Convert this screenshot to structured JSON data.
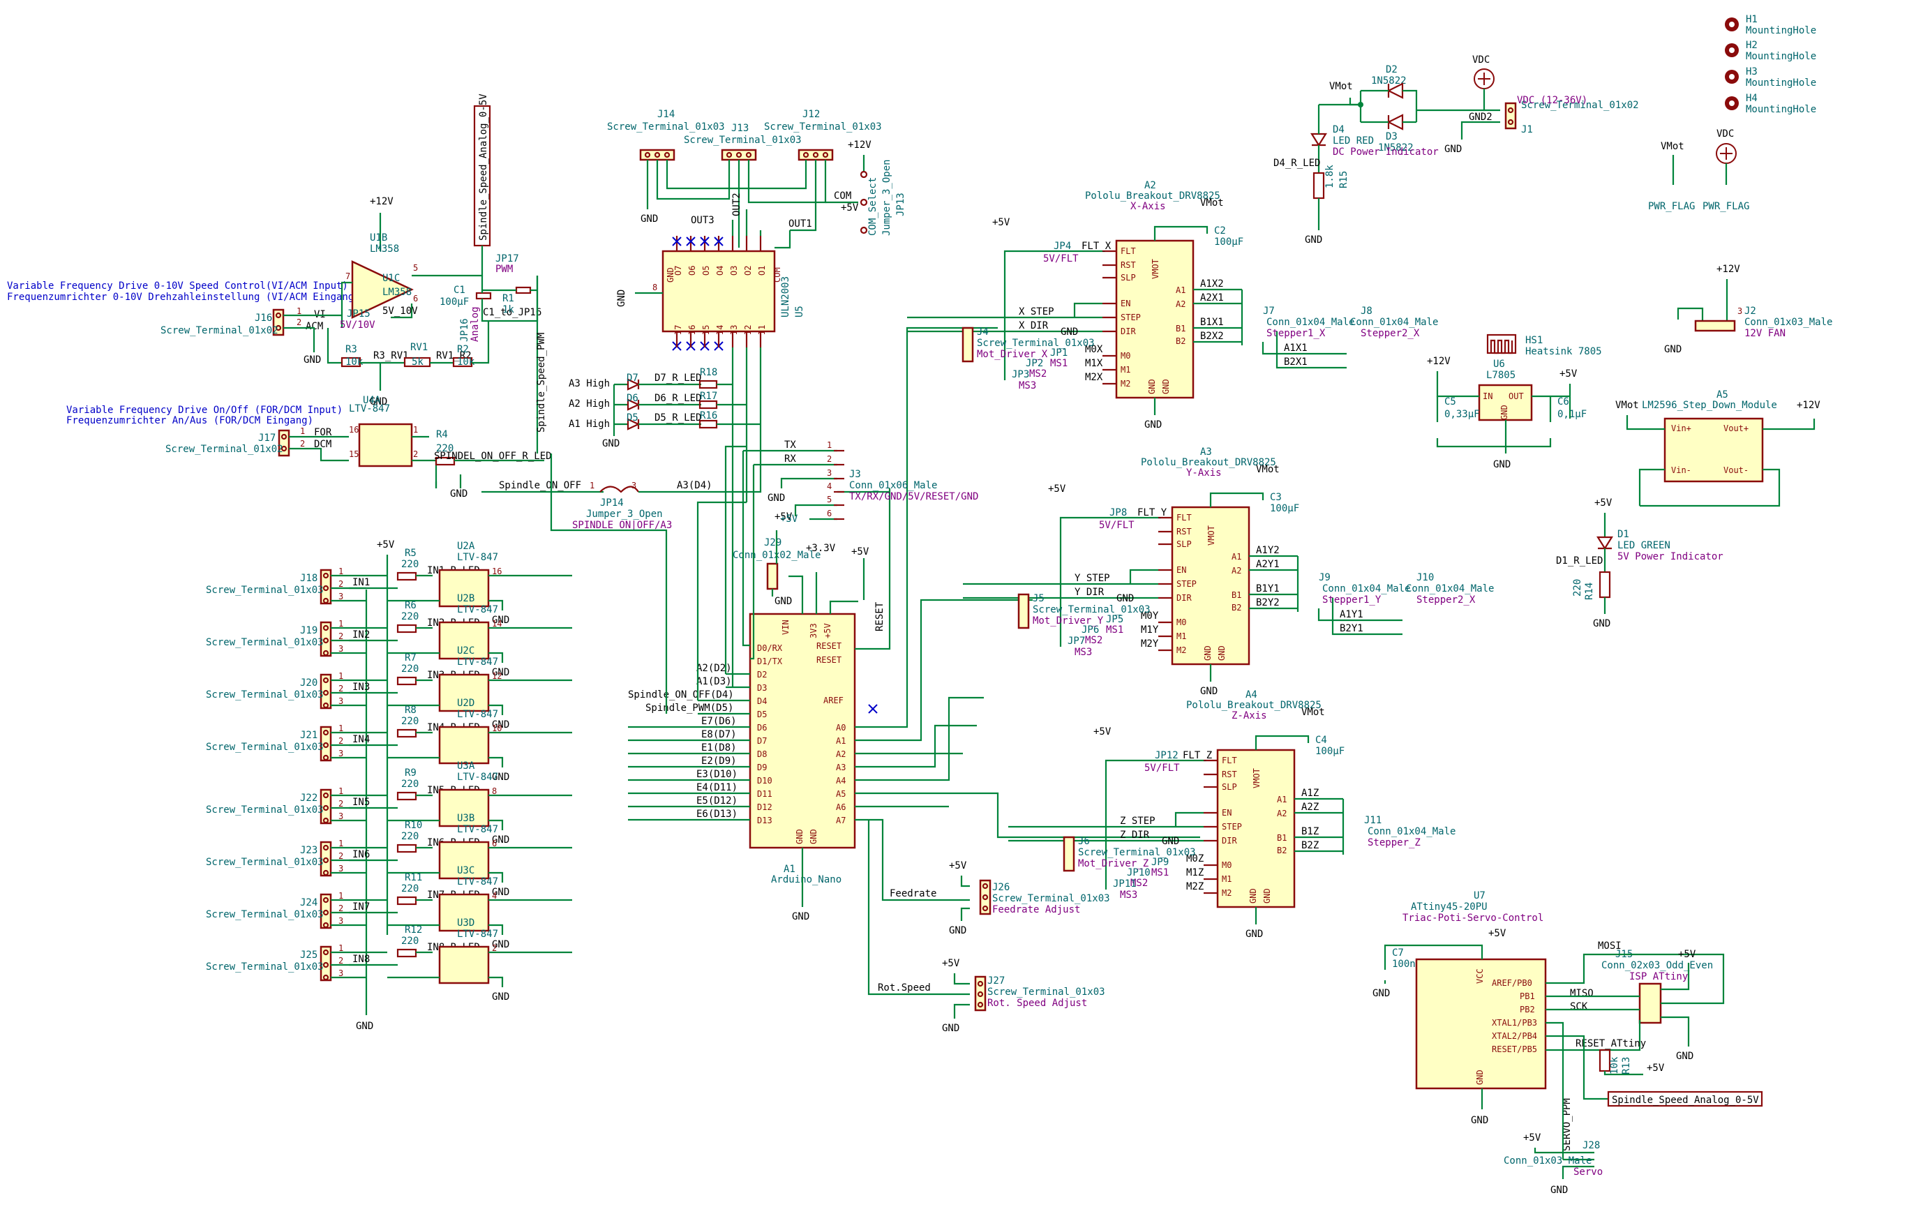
{
  "notes": {
    "vfd_speed_en": "Variable Frequency Drive 0-10V Speed Control(VI/ACM Input)",
    "vfd_speed_de": "Frequenzumrichter 0-10V Drehzahleinstellung (VI/ACM Eingang)",
    "vfd_onoff_en": "Variable Frequency Drive On/Off (FOR/DCM Input)",
    "vfd_onoff_de": "Frequenzumrichter An/Aus (FOR/DCM Eingang)"
  },
  "power": {
    "p12v": "+12V",
    "p5v": "+5V",
    "gnd": "GND",
    "vdc": "VDC",
    "vmot": "VMot",
    "p33v": "+3.3V"
  },
  "mounting": [
    {
      "ref": "H1",
      "val": "MountingHole"
    },
    {
      "ref": "H2",
      "val": "MountingHole"
    },
    {
      "ref": "H3",
      "val": "MountingHole"
    },
    {
      "ref": "H4",
      "val": "MountingHole"
    }
  ],
  "vdc_in": {
    "j1": "J1",
    "j1_val": "Screw_Terminal_01x02",
    "vdc_label": "VDC (12-36V)",
    "gnd2": "GND2",
    "d2": "D2",
    "d2_val": "1N5822",
    "d3": "D3",
    "d3_val": "1N5822",
    "d4": "D4",
    "d4_val": "LED RED",
    "d4_desc": "DC Power Indicator",
    "d4_net": "D4_R_LED",
    "r15": "R15",
    "r15_val": "1.8k",
    "pwr_flag": "PWR_FLAG"
  },
  "speed": {
    "net_analog": "Spindle_Speed_Analog_0-5V",
    "net_pwm": "Spindle_Speed_PWM",
    "u1b": "U1B",
    "lm358": "LM358",
    "u1c": "U1C",
    "c1": "C1",
    "c1_val": "100μF",
    "c1_net": "C1_to_JP16",
    "jp17": "JP17",
    "pwm": "PWM",
    "r1": "R1",
    "r1_val": "1k",
    "jp16": "JP16",
    "analog": "Analog",
    "jp15": "JP15",
    "jp15_val": "5V/10V",
    "v5v10": "5V_10V",
    "j16": "J16",
    "j16_val": "Screw_Terminal_01x02",
    "vi": "VI",
    "acm": "ACM",
    "r3": "R3",
    "r3_val": "10k",
    "rv1": "RV1",
    "rv1_val": "5k",
    "r3rv1": "R3_RV1",
    "rv1r2": "RV1_R2",
    "r2": "R2",
    "r2_val": "10k"
  },
  "onoff": {
    "j17": "J17",
    "j17_val": "Screw_Terminal_01x02",
    "for": "FOR",
    "dcm": "DCM",
    "u4a": "U4A",
    "u4a_val": "LTV-847",
    "r4": "R4",
    "r4_val": "220",
    "net_led": "SPINDEL_ON_OFF_R_LED",
    "net_onoff": "Spindle_ON_OFF",
    "jp14": "JP14",
    "jp14_val": "Jumper_3_Open",
    "jp14_desc": "SPINDLE ON|OFF/A3",
    "a3d4": "A3(D4)"
  },
  "uln": {
    "u5": "U5",
    "u5_val": "ULN2003",
    "out1": "OUT1",
    "out2": "OUT2",
    "out3": "OUT3",
    "com": "COM",
    "j14": "J14",
    "j13": "J13",
    "j12": "J12",
    "st": "Screw_Terminal_01x03",
    "jp13": "JP13",
    "jp13_val": "Jumper_3_Open",
    "com_select": "COM_Select",
    "d5": "D5",
    "d5_net": "D5_R_LED",
    "a1high": "A1 High",
    "d6": "D6",
    "d6_net": "D6_R_LED",
    "a2high": "A2 High",
    "d7": "D7",
    "d7_net": "D7_R_LED",
    "a3high": "A3 High",
    "r16": "R16",
    "r17": "R17",
    "r18": "R18"
  },
  "arduino": {
    "a1": "A1",
    "val": "Arduino_Nano",
    "vin": "VIN",
    "v33": "3V3",
    "v5": "+5V",
    "reset": "RESET",
    "aref": "AREF",
    "gnd": "GND",
    "d_pins": [
      "D0/RX",
      "D1/TX",
      "D2",
      "D3",
      "D4",
      "D5",
      "D6",
      "D7",
      "D8",
      "D9",
      "D10",
      "D11",
      "D12",
      "D13"
    ],
    "a_pins": [
      "A0",
      "A1",
      "A2",
      "A3",
      "A4",
      "A5",
      "A6",
      "A7"
    ],
    "left_nets": [
      "A2(D2)",
      "A1(D3)",
      "Spindle_ON_OFF(D4)",
      "Spindle_PWM(D5)",
      "E7(D6)",
      "E8(D7)",
      "E1(D8)",
      "E2(D9)",
      "E3(D10)",
      "E4(D11)",
      "E5(D12)",
      "E6(D13)"
    ],
    "j29": "J29",
    "j29_val": "Conn_01x02_Male",
    "j3": "J3",
    "j3_val": "Conn_01x06_Male",
    "j3_desc": "TX/RX/GND/5V/RESET/GND",
    "tx": "TX",
    "rx": "RX",
    "feedrate": "Feedrate",
    "rotspeed": "Rot.Speed"
  },
  "inputs": [
    {
      "j": "J18",
      "in": "IN1",
      "r": "R5",
      "u": "U2A",
      "net": "IN1_R_LED"
    },
    {
      "j": "J19",
      "in": "IN2",
      "r": "R6",
      "u": "U2B",
      "net": "IN2_R_LED"
    },
    {
      "j": "J20",
      "in": "IN3",
      "r": "R7",
      "u": "U2C",
      "net": "IN3_R_LED"
    },
    {
      "j": "J21",
      "in": "IN4",
      "r": "R8",
      "u": "U2D",
      "net": "IN4_R_LED"
    },
    {
      "j": "J22",
      "in": "IN5",
      "r": "R9",
      "u": "U3A",
      "net": "IN5_R_LED"
    },
    {
      "j": "J23",
      "in": "IN6",
      "r": "R10",
      "u": "U3B",
      "net": "IN6_R_LED"
    },
    {
      "j": "J24",
      "in": "IN7",
      "r": "R11",
      "u": "U3C",
      "net": "IN7_R_LED"
    },
    {
      "j": "J25",
      "in": "IN8",
      "r": "R12",
      "u": "U3D",
      "net": "IN8_R_LED"
    }
  ],
  "inputs_common": {
    "st": "Screw_Terminal_01x03",
    "r_val": "220",
    "ltv": "LTV-847"
  },
  "drivers": [
    {
      "ref": "A2",
      "axis": "X-Axis",
      "fltnet": "FLT_X",
      "jp": "JP4",
      "stepnet": "X_STEP",
      "dirnet": "X_DIR",
      "m0": "M0X",
      "m1": "M1X",
      "m2": "M2X",
      "o1": "A1X2",
      "o2": "A2X1",
      "o3": "B1X1",
      "o4": "B2X2",
      "c": "C2",
      "j4": "J4",
      "j4desc": "Mot_Driver_X",
      "j7": "J7",
      "j8": "J8",
      "st1": "Stepper1_X",
      "st2": "Stepper2_X",
      "bb1": "A1X1",
      "bb2": "B2X1",
      "jpa": "JP1",
      "jpb": "JP2",
      "jpc": "JP3"
    },
    {
      "ref": "A3",
      "axis": "Y-Axis",
      "fltnet": "FLT_Y",
      "jp": "JP8",
      "stepnet": "Y_STEP",
      "dirnet": "Y_DIR",
      "m0": "M0Y",
      "m1": "M1Y",
      "m2": "M2Y",
      "o1": "A1Y2",
      "o2": "A2Y1",
      "o3": "B1Y1",
      "o4": "B2Y2",
      "c": "C3",
      "j4": "J5",
      "j4desc": "Mot_Driver_Y",
      "j7": "J9",
      "j8": "J10",
      "st1": "Stepper1_Y",
      "st2": "Stepper2_X",
      "bb1": "A1Y1",
      "bb2": "B2Y1",
      "jpa": "JP5",
      "jpb": "JP6",
      "jpc": "JP7"
    },
    {
      "ref": "A4",
      "axis": "Z-Axis",
      "fltnet": "FLT_Z",
      "jp": "JP12",
      "stepnet": "Z_STEP",
      "dirnet": "Z_DIR",
      "m0": "M0Z",
      "m1": "M1Z",
      "m2": "M2Z",
      "o1": "A1Z",
      "o2": "A2Z",
      "o3": "B1Z",
      "o4": "B2Z",
      "c": "C4",
      "j4": "J6",
      "j4desc": "Mot_Driver_Z",
      "j7": "J11",
      "j8": "",
      "st1": "Stepper_Z",
      "st2": "",
      "bb1": "",
      "bb2": "",
      "jpa": "JP9",
      "jpb": "JP10",
      "jpc": "JP11"
    }
  ],
  "drv_common": {
    "val": "Pololu_Breakout_DRV8825",
    "cap": "100μF",
    "flt": "FLT",
    "rst": "RST",
    "slp": "SLP",
    "en": "EN",
    "step": "STEP",
    "dir": "DIR",
    "m0": "M0",
    "m1": "M1",
    "m2": "M2",
    "a1": "A1",
    "a2": "A2",
    "b1": "B1",
    "b2": "B2",
    "vmot": "VMOT",
    "gnd": "GND",
    "v5flt": "5V/FLT",
    "ms1": "MS1",
    "ms2": "MS2",
    "ms3": "MS3",
    "conn4": "Conn_01x04_Male",
    "st3": "Screw_Terminal_01x03"
  },
  "misc": {
    "hs1": "HS1",
    "hs1_val": "Heatsink 7805",
    "u6": "U6",
    "u6_val": "L7805",
    "in": "IN",
    "out": "OUT",
    "c5": "C5",
    "c5_val": "0,33μF",
    "c6": "C6",
    "c6_val": "0,1μF",
    "a5": "A5",
    "a5_val": "LM2596_Step_Down_Module",
    "vinp": "Vin+",
    "vinm": "Vin-",
    "voutp": "Vout+",
    "voutm": "Vout-",
    "j2": "J2",
    "j2_val": "Conn_01x03_Male",
    "fan": "12V FAN",
    "d1": "D1",
    "d1_val": "LED GREEN",
    "d1_desc": "5V Power Indicator",
    "d1_net": "D1_R_LED",
    "r14": "R14",
    "r14_val": "220",
    "j26": "J26",
    "j26_desc": "Feedrate Adjust",
    "j27": "J27",
    "j27_desc": "Rot. Speed Adjust"
  },
  "attiny": {
    "u7": "U7",
    "val": "ATtiny45-20PU",
    "desc": "Triac-Poti-Servo-Control",
    "vcc": "VCC",
    "pins": [
      "AREF/PB0",
      "PB1",
      "PB2",
      "XTAL1/PB3",
      "XTAL2/PB4",
      "RESET/PB5"
    ],
    "c7": "C7",
    "c7_val": "100n",
    "j15": "J15",
    "j15_val": "Conn_02x03_Odd_Even",
    "isp": "ISP ATtiny",
    "mosi": "MOSI",
    "miso": "MISO",
    "sck": "SCK",
    "reset_net": "RESET_ATtiny",
    "r13": "R13",
    "r13_val": "10k",
    "servo": "SERVO_PPM",
    "j28": "J28",
    "j28_val": "Conn_01x03_Male",
    "servo_desc": "Servo",
    "analog": "Spindle_Speed_Analog_0-5V"
  }
}
